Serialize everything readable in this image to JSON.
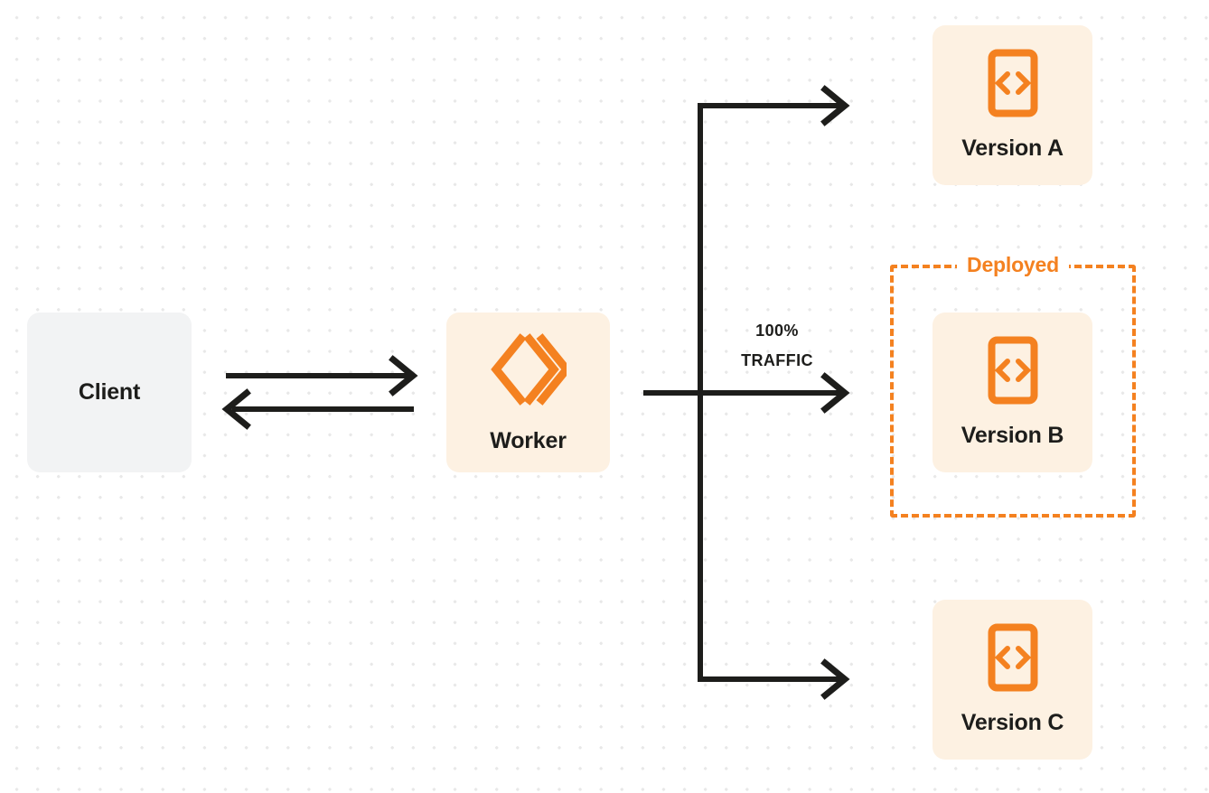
{
  "diagram": {
    "title": "Worker version traffic routing",
    "background": {
      "color": "#ffffff",
      "dot_color": "#e8e8e8",
      "pattern": "dot-grid"
    },
    "colors": {
      "accent_orange": "#f48120",
      "node_orange_bg": "#fdf1e2",
      "node_gray_bg": "#f2f3f4",
      "text_dark": "#1d1d1b",
      "connector": "#1d1d1b"
    },
    "nodes": {
      "client": {
        "label": "Client",
        "type": "plain-box"
      },
      "worker": {
        "label": "Worker",
        "icon": "cloudflare-workers-logo"
      },
      "version_a": {
        "label": "Version A",
        "icon": "code-file-icon"
      },
      "version_b": {
        "label": "Version B",
        "icon": "code-file-icon"
      },
      "version_c": {
        "label": "Version C",
        "icon": "code-file-icon"
      }
    },
    "deployed_group": {
      "badge_label": "Deployed",
      "border_style": "dashed",
      "wraps": "Version B"
    },
    "traffic": {
      "amount": "100%",
      "unit_label": "TRAFFIC",
      "routed_to": "Version B"
    },
    "connectors": {
      "client_to_worker": "request",
      "worker_to_client": "response",
      "worker_to_version_a": "0% traffic branch",
      "worker_to_version_b": "100% traffic branch",
      "worker_to_version_c": "0% traffic branch"
    }
  }
}
